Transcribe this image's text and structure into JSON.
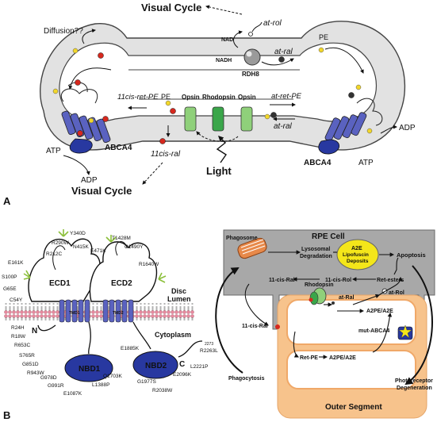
{
  "panelA": {
    "letter": "A",
    "visual_cycle_top": "Visual Cycle",
    "visual_cycle_bottom": "Visual Cycle",
    "diffusion": "Diffusion??",
    "at_rol": "at-rol",
    "nad": "NAD",
    "nadh": "NADH",
    "rdh8": "RDH8",
    "pe_right": "PE",
    "at_ral_upper": "at-ral",
    "cis_ret_pe": "11cis-ret-PE",
    "pe_left": "PE",
    "opsin_left": "Opsin",
    "rhodopsin": "Rhodopsin",
    "opsin_right": "Opsin",
    "at_ret_pe": "at-ret-PE",
    "at_ral_lower": "at-ral",
    "adp_right": "ADP",
    "atp_left": "ATP",
    "abca4_left": "ABCA4",
    "cis_ral": "11cis-ral",
    "adp_left": "ADP",
    "light": "Light",
    "abca4_right": "ABCA4",
    "atp_right": "ATP"
  },
  "panelB": {
    "letter": "B",
    "ecd1": "ECD1",
    "ecd2": "ECD2",
    "disc_lumen_1": "Disc",
    "disc_lumen_2": "Lumen",
    "cytoplasm": "Cytoplasm",
    "nbd1": "NBD1",
    "nbd2": "NBD2",
    "n_term": "N",
    "c_term": "C",
    "aa_2273": "2273",
    "tmd1": "TMD1",
    "tmd2": "TMD2",
    "mutations_top": [
      "Y340D",
      "T1428M",
      "R290W",
      "N415K",
      "E471K",
      "C1490Y",
      "R212C",
      "E161K",
      "R1640W",
      "S100P",
      "G65E",
      "C54Y"
    ],
    "mutations_bottom": [
      "R24H",
      "R18W",
      "R653C",
      "S765R",
      "G851D",
      "R943W",
      "G978D",
      "G991R",
      "E1087K",
      "L1388P",
      "Q1703K",
      "E1885K",
      "G1977S",
      "R2038W",
      "E2096K",
      "L2221P",
      "R2263L"
    ]
  },
  "rpe": {
    "rpe_cell": "RPE Cell",
    "phagosome": "Phagosome",
    "lysosomal_1": "Lysosomal",
    "lysosomal_2": "Degradation",
    "a2e_1": "A2E",
    "a2e_2": "Lipofuscin",
    "a2e_3": "Deposits",
    "apoptosis": "Apoptosis",
    "cis_ral": "11-cis-Ral",
    "cis_rol": "11-cis-Rol",
    "ret_esters": "Ret-esters",
    "rhodopsin": "Rhodopsin",
    "at_ral": "at-Ral",
    "at_rol": "at-Rol",
    "a2pe_top": "A2PE/A2E",
    "cis_ral_os": "11-cis-Ral",
    "mut_abca4": "mut-ABCA4",
    "ret_pe": "Ret-PE",
    "a2pe_mid": "A2PE/A2E",
    "phagocytosis": "Phagocytosis",
    "photoreceptor_1": "Photoreceptor",
    "photoreceptor_2": "Degeneration",
    "outer_segment": "Outer Segment"
  },
  "colors": {
    "membrane_fill": "#e2e2e2",
    "membrane_stroke": "#444444",
    "protein_green": "#8fd07a",
    "rhodopsin_green": "#3aa64a",
    "abca4_blue": "#5a62c0",
    "nbd_blue": "#2838a0",
    "retinal_red": "#d6281e",
    "pe_yellow": "#f2d72a",
    "rpe_gray": "#a8a8a8",
    "outer_segment_orange": "#f7c38c",
    "phagosome_orange": "#e7894a",
    "a2e_yellow": "#f4e61a",
    "sugar_green": "#8bbf3a",
    "lipid_pink": "#e98aa0"
  }
}
